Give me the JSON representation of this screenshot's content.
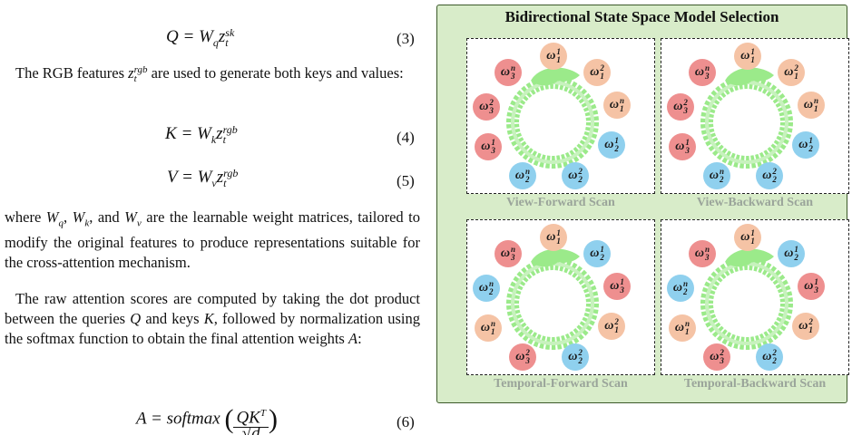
{
  "text": {
    "eq3": {
      "lhs": "Q",
      "w": "W",
      "w_sub": "q",
      "z": "z",
      "z_sup": "sk",
      "z_sub": "t",
      "num": "(3)"
    },
    "p1_a": "The RGB features ",
    "p1_z": "z",
    "p1_sup": "rgb",
    "p1_sub": "t",
    "p1_b": " are used to generate both keys and values:",
    "eq4": {
      "lhs": "K",
      "w": "W",
      "w_sub": "k",
      "z": "z",
      "z_sup": "rgb",
      "z_sub": "t",
      "num": "(4)"
    },
    "eq5": {
      "lhs": "V",
      "w": "W",
      "w_sub": "v",
      "z": "z",
      "z_sup": "rgb",
      "z_sub": "t",
      "num": "(5)"
    },
    "p2_a": "where ",
    "p2_wq": "W",
    "p2_wq_sub": "q",
    "p2_wk": "W",
    "p2_wk_sub": "k",
    "p2_and": ", and ",
    "p2_wv": "W",
    "p2_wv_sub": "v",
    "p2_b": " are the learnable weight matrices, tailored to modify the original features to produce representations suitable for the cross-attention mechanism.",
    "p3_a": "The raw attention scores are computed by taking the dot product between the queries ",
    "p3_q": "Q",
    "p3_mid": " and keys ",
    "p3_k": "K",
    "p3_b": ", followed by normalization using the softmax function to obtain the final attention weights ",
    "p3_aw": "A",
    "p3_c": ":",
    "eq6": {
      "lhs": "A",
      "fn": "softmax",
      "num": "QK",
      "num_sup": "T",
      "den": "√d",
      "numlabel": "(6)"
    }
  },
  "figure": {
    "title": "Bidirectional State Space Model Selection",
    "colors": {
      "bg": "#d8ecc9",
      "peach": "#f5c3a5",
      "red": "#ee8f8f",
      "blue": "#8fd0ee",
      "ring": "#9bea8a"
    },
    "panels": [
      {
        "label": "View-Forward Scan",
        "nodes": [
          {
            "w": "ω",
            "sup": "1",
            "sub": "1",
            "color": "peach"
          },
          {
            "w": "ω",
            "sup": "2",
            "sub": "1",
            "color": "peach"
          },
          {
            "w": "ω",
            "sup": "n",
            "sub": "1",
            "color": "peach"
          },
          {
            "w": "ω",
            "sup": "1",
            "sub": "2",
            "color": "blue"
          },
          {
            "w": "ω",
            "sup": "2",
            "sub": "2",
            "color": "blue"
          },
          {
            "w": "ω",
            "sup": "n",
            "sub": "2",
            "color": "blue"
          },
          {
            "w": "ω",
            "sup": "1",
            "sub": "3",
            "color": "red"
          },
          {
            "w": "ω",
            "sup": "2",
            "sub": "3",
            "color": "red"
          },
          {
            "w": "ω",
            "sup": "n",
            "sub": "3",
            "color": "red"
          }
        ]
      },
      {
        "label": "View-Backward Scan",
        "nodes": [
          {
            "w": "ω",
            "sup": "1",
            "sub": "1",
            "color": "peach"
          },
          {
            "w": "ω",
            "sup": "2",
            "sub": "1",
            "color": "peach"
          },
          {
            "w": "ω",
            "sup": "n",
            "sub": "1",
            "color": "peach"
          },
          {
            "w": "ω",
            "sup": "1",
            "sub": "2",
            "color": "blue"
          },
          {
            "w": "ω",
            "sup": "2",
            "sub": "2",
            "color": "blue"
          },
          {
            "w": "ω",
            "sup": "n",
            "sub": "2",
            "color": "blue"
          },
          {
            "w": "ω",
            "sup": "1",
            "sub": "3",
            "color": "red"
          },
          {
            "w": "ω",
            "sup": "2",
            "sub": "3",
            "color": "red"
          },
          {
            "w": "ω",
            "sup": "n",
            "sub": "3",
            "color": "red"
          }
        ]
      },
      {
        "label": "Temporal-Forward Scan",
        "nodes": [
          {
            "w": "ω",
            "sup": "1",
            "sub": "1",
            "color": "peach"
          },
          {
            "w": "ω",
            "sup": "1",
            "sub": "2",
            "color": "blue"
          },
          {
            "w": "ω",
            "sup": "1",
            "sub": "3",
            "color": "red"
          },
          {
            "w": "ω",
            "sup": "2",
            "sub": "1",
            "color": "peach"
          },
          {
            "w": "ω",
            "sup": "2",
            "sub": "2",
            "color": "blue"
          },
          {
            "w": "ω",
            "sup": "2",
            "sub": "3",
            "color": "red"
          },
          {
            "w": "ω",
            "sup": "n",
            "sub": "1",
            "color": "peach"
          },
          {
            "w": "ω",
            "sup": "n",
            "sub": "2",
            "color": "blue"
          },
          {
            "w": "ω",
            "sup": "n",
            "sub": "3",
            "color": "red"
          }
        ]
      },
      {
        "label": "Temporal-Backward Scan",
        "nodes": [
          {
            "w": "ω",
            "sup": "1",
            "sub": "1",
            "color": "peach"
          },
          {
            "w": "ω",
            "sup": "1",
            "sub": "2",
            "color": "blue"
          },
          {
            "w": "ω",
            "sup": "1",
            "sub": "3",
            "color": "red"
          },
          {
            "w": "ω",
            "sup": "2",
            "sub": "1",
            "color": "peach"
          },
          {
            "w": "ω",
            "sup": "2",
            "sub": "2",
            "color": "blue"
          },
          {
            "w": "ω",
            "sup": "2",
            "sub": "3",
            "color": "red"
          },
          {
            "w": "ω",
            "sup": "n",
            "sub": "1",
            "color": "peach"
          },
          {
            "w": "ω",
            "sup": "n",
            "sub": "2",
            "color": "blue"
          },
          {
            "w": "ω",
            "sup": "n",
            "sub": "3",
            "color": "red"
          }
        ]
      }
    ]
  }
}
